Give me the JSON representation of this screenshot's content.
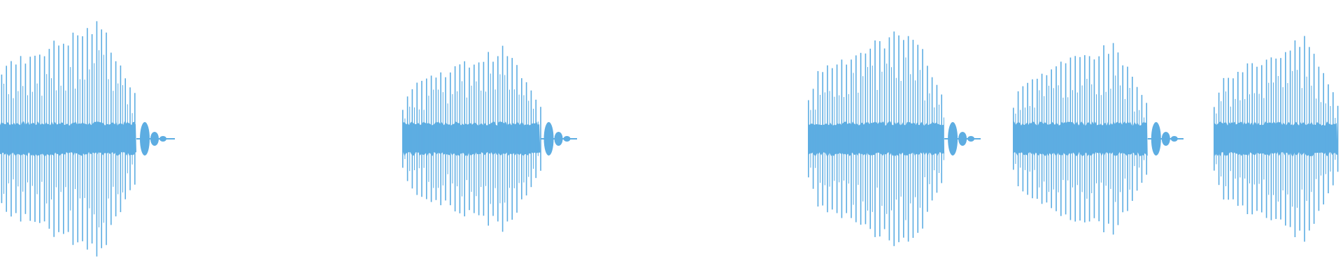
{
  "waveform": {
    "color": "#5dade2",
    "background": "#ffffff",
    "clips": [
      {
        "peak_amplitude": 1.0,
        "clipped_left": true,
        "clipped_right": false
      },
      {
        "peak_amplitude": 0.78,
        "clipped_left": false,
        "clipped_right": false
      },
      {
        "peak_amplitude": 0.96,
        "clipped_left": false,
        "clipped_right": false
      },
      {
        "peak_amplitude": 0.82,
        "clipped_left": false,
        "clipped_right": false
      },
      {
        "peak_amplitude": 0.86,
        "clipped_left": false,
        "clipped_right": true
      }
    ]
  }
}
